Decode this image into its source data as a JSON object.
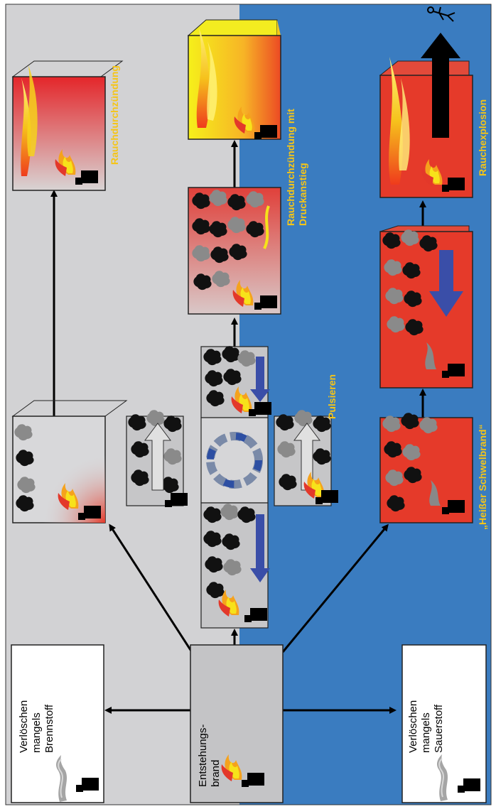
{
  "labels": {
    "start_fire": [
      "Entstehungs-",
      "brand"
    ],
    "extinct_fuel": [
      "Verlöschen",
      "mangels",
      "Brennstoff"
    ],
    "extinct_oxygen": [
      "Verlöschen",
      "mangels",
      "Sauerstoff"
    ],
    "flashover": "Rauchdurchzündung",
    "flashover_pressure": [
      "Rauchdurchzündung mit",
      "Druckanstieg"
    ],
    "pulsing": "Pulsieren",
    "hot_smoulder": "„Heißer Schwelbrand“",
    "backdraft": "Rauchexplosion"
  },
  "colors": {
    "grey_zone": "#d2d2d4",
    "blue_zone": "#3a7cc0",
    "label_yellow": "#f5c518",
    "room_red": "#e53a2a",
    "arrow_blue": "#2d4fa3",
    "box_grey": "#c4c4c6"
  },
  "icons": [
    "flame-icon",
    "fuel-block-icon",
    "smoke-cloud-icon",
    "cycle-arrows-icon",
    "falling-person-icon"
  ]
}
